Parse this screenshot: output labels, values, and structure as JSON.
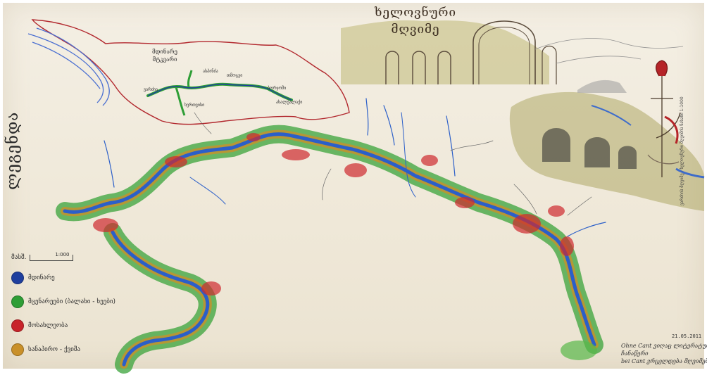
{
  "title": {
    "line1": "ხელოვნური",
    "line2": "მღვიმე"
  },
  "inset": {
    "title_line1": "მდინარე",
    "title_line2": "მტკვარი",
    "places": [
      "ვარძია",
      "ხერთვისი",
      "ასპინძა",
      "თმოგვი",
      "ბორჯომი",
      "ახალქალაქი"
    ]
  },
  "legend": {
    "heading": "ლეგენდა",
    "scale_label": "მასშ.",
    "scale_value": "1:000",
    "items": [
      {
        "color": "#1f3f9e",
        "label": "მდინარე"
      },
      {
        "color": "#2e9e36",
        "label": "მცენარეები (ბალახი - ხეები)"
      },
      {
        "color": "#c8242a",
        "label": "მოსახლეობა"
      },
      {
        "color": "#c9902a",
        "label": "სანაპირო - ქვიშა"
      }
    ]
  },
  "vertical_note": "ვარძიის მღვიმე - ხელოვნური მღვიმის ნახაზი 1:1000",
  "date": "21.05.2011",
  "handnote": {
    "line1": "Ohne Cant ვიღაც ლიტერატურ",
    "line2": "ჩანაწერი",
    "line3": "bei Cant ვრცელდება მღვიმეში"
  },
  "colors": {
    "river": "#2b5fc9",
    "vegetation": "#3aa33a",
    "settlement": "#cf2a2f",
    "sand": "#c9902a",
    "inset_border": "#b2282e"
  }
}
